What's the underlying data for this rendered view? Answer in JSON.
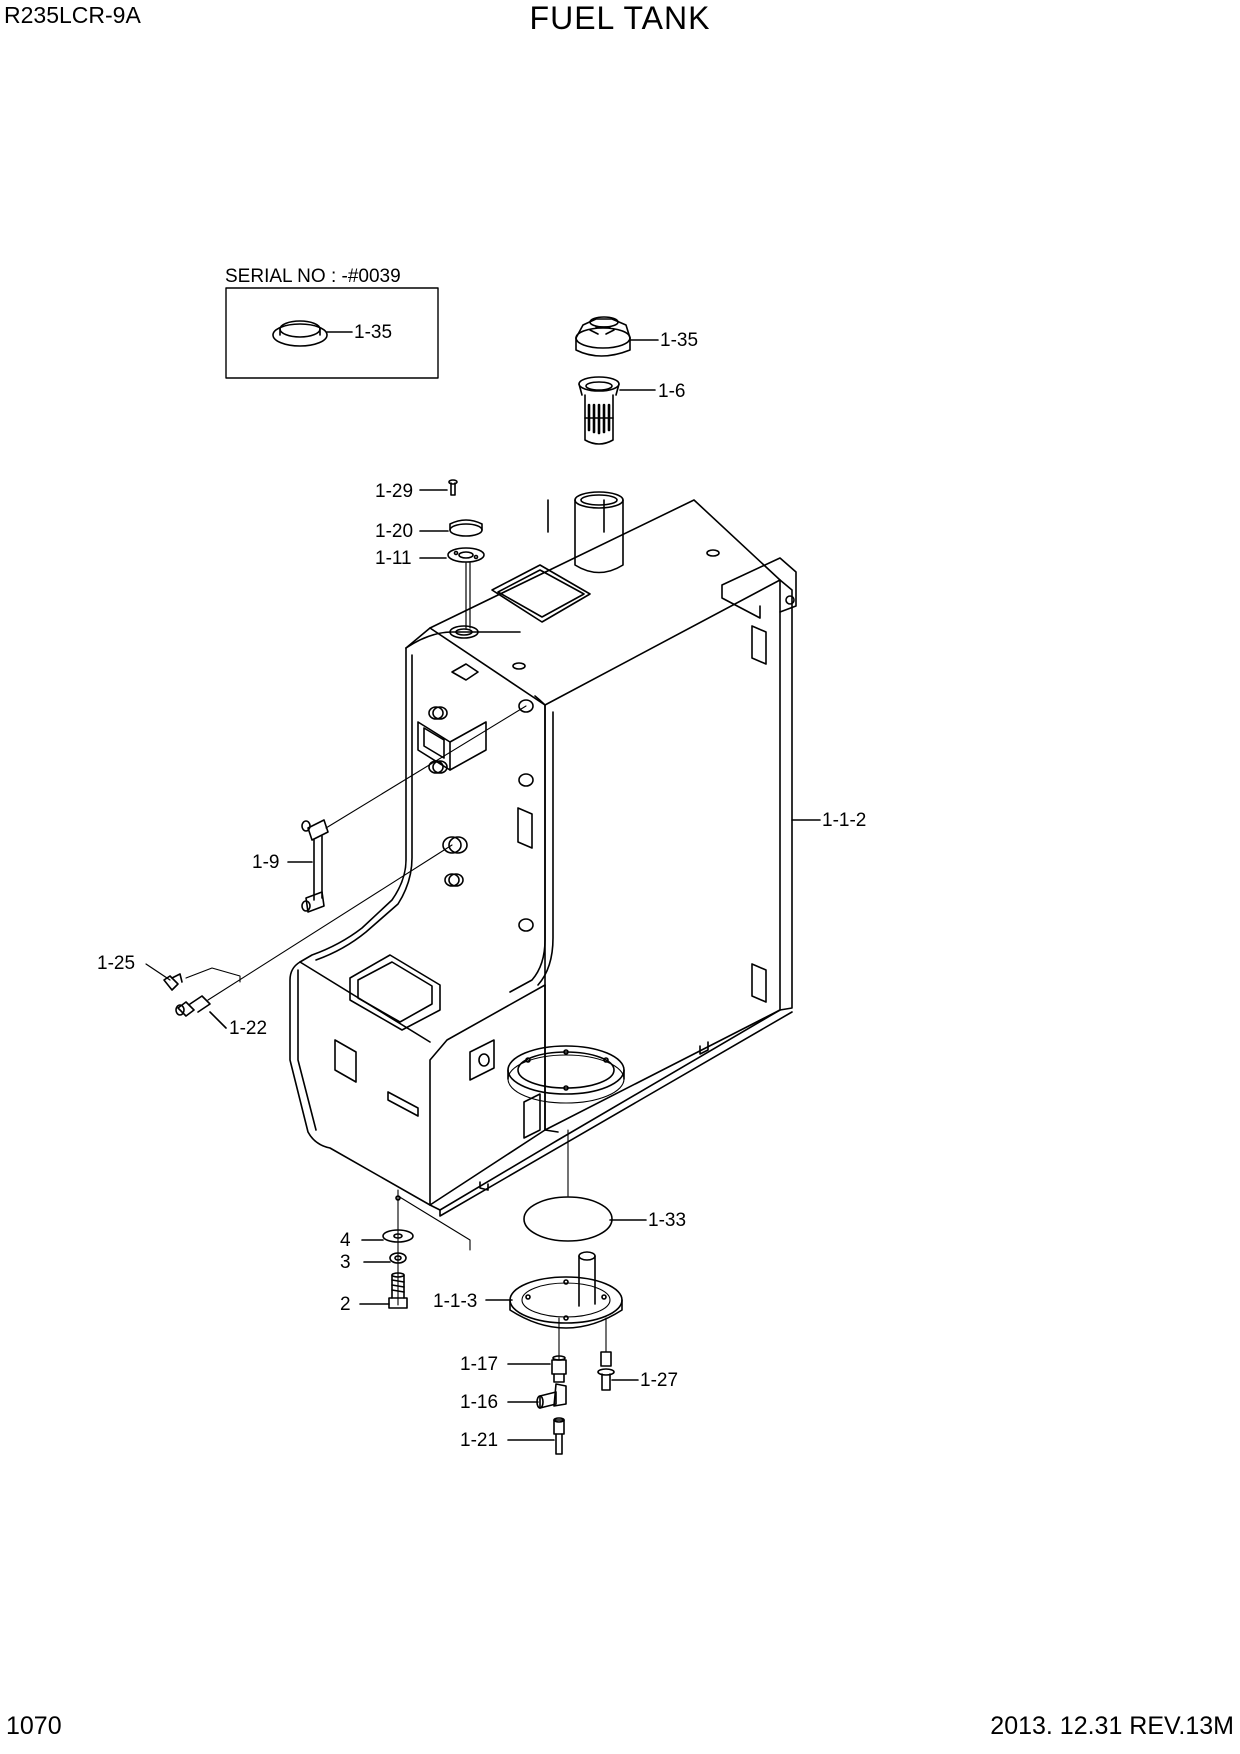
{
  "header": {
    "model": "R235LCR-9A",
    "title": "FUEL TANK"
  },
  "footer": {
    "page_number": "1070",
    "revision": "2013. 12.31  REV.13M"
  },
  "serial_box": {
    "text": "SERIAL NO : -#0039",
    "callout": "1-35"
  },
  "callouts": {
    "c1_35": "1-35",
    "c1_6": "1-6",
    "c1_29": "1-29",
    "c1_20": "1-20",
    "c1_11": "1-11",
    "c1_1_2": "1-1-2",
    "c1_9": "1-9",
    "c1_25": "1-25",
    "c1_22": "1-22",
    "c1_33": "1-33",
    "c4": "4",
    "c3": "3",
    "c2": "2",
    "c1_1_3": "1-1-3",
    "c1_17": "1-17",
    "c1_27": "1-27",
    "c1_16": "1-16",
    "c1_21": "1-21"
  }
}
